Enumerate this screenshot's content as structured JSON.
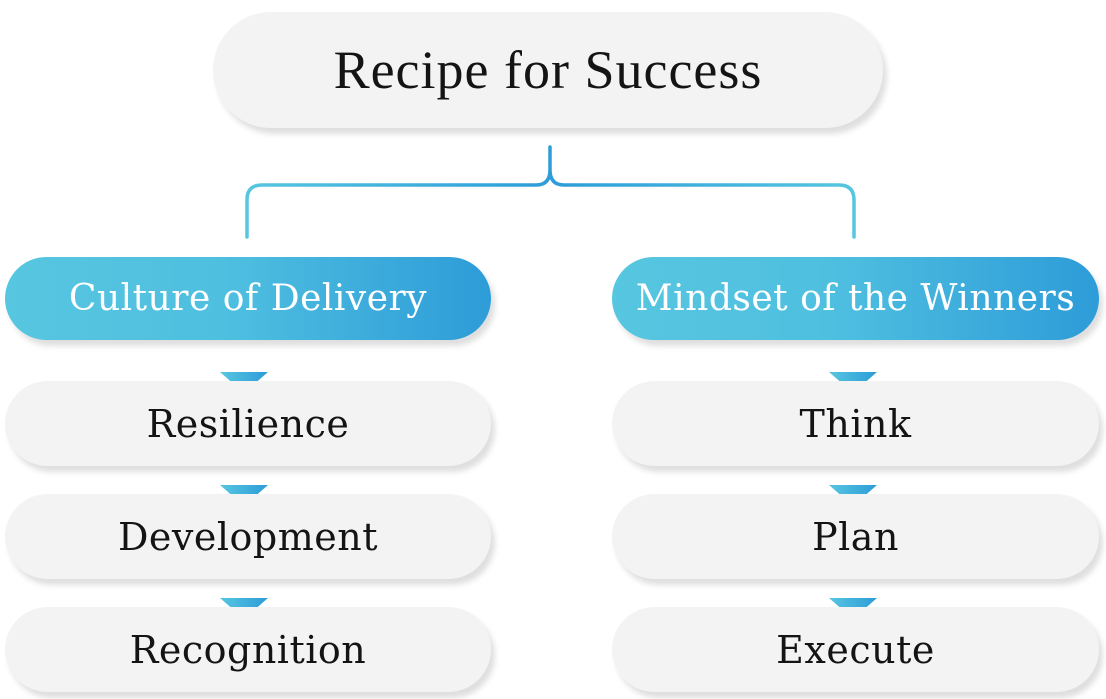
{
  "title": "Recipe for Success",
  "colors": {
    "accent_light": "#57c6e0",
    "accent_dark": "#2d9cd8",
    "pill_gray": "#f3f3f3",
    "text_dark": "#141414"
  },
  "columns": [
    {
      "header": "Culture of Delivery",
      "items": [
        "Resilience",
        "Development",
        "Recognition"
      ]
    },
    {
      "header": "Mindset of the Winners",
      "items": [
        "Think",
        "Plan",
        "Execute"
      ]
    }
  ]
}
